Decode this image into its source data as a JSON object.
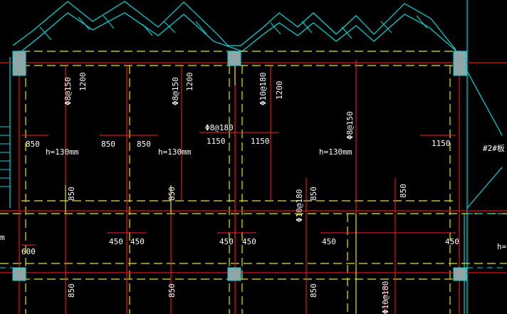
{
  "colors": {
    "background": "#000000",
    "wall_outline": "#00d7d7",
    "axis_red": "#e01010",
    "slab_edge_yellow": "#e6e600",
    "rebar_yellow": "#f0e020",
    "dim_line_red": "#ff2020",
    "column_fill": "#8fa6a6",
    "text": "#ffffff"
  },
  "labels": {
    "bar_a": "Φ8@150",
    "len_1200_a": "1200",
    "bar_b": "Φ8@150",
    "len_1200_b": "1200",
    "bar_c": "Φ10@180",
    "len_1200_c": "1200",
    "bar_d": "Φ8@150",
    "bar_top_mid": "Φ8@180",
    "d_850_1": "850",
    "d_850_2": "850",
    "d_850_3": "850",
    "d_1150_1": "1150",
    "d_1150_2": "1150",
    "d_1150_3": "1150",
    "h_1": "h=130mm",
    "h_2": "h=130mm",
    "h_3": "h=130mm",
    "v_850_1": "850",
    "v_850_2": "850",
    "v_850_3": "850",
    "v_850_4": "850",
    "bar_mid": "Φ10@180",
    "d_450_1": "450",
    "d_450_2": "450",
    "d_450_3": "450",
    "d_450_4": "450",
    "d_450_5": "450",
    "d_450_6": "450",
    "left_600": "600",
    "left_m": "m",
    "right_h": "h=",
    "right_tag": "#2#板",
    "b_850_1": "850",
    "b_850_2": "850",
    "b_850_3": "850",
    "b_180": "Φ10@180"
  }
}
